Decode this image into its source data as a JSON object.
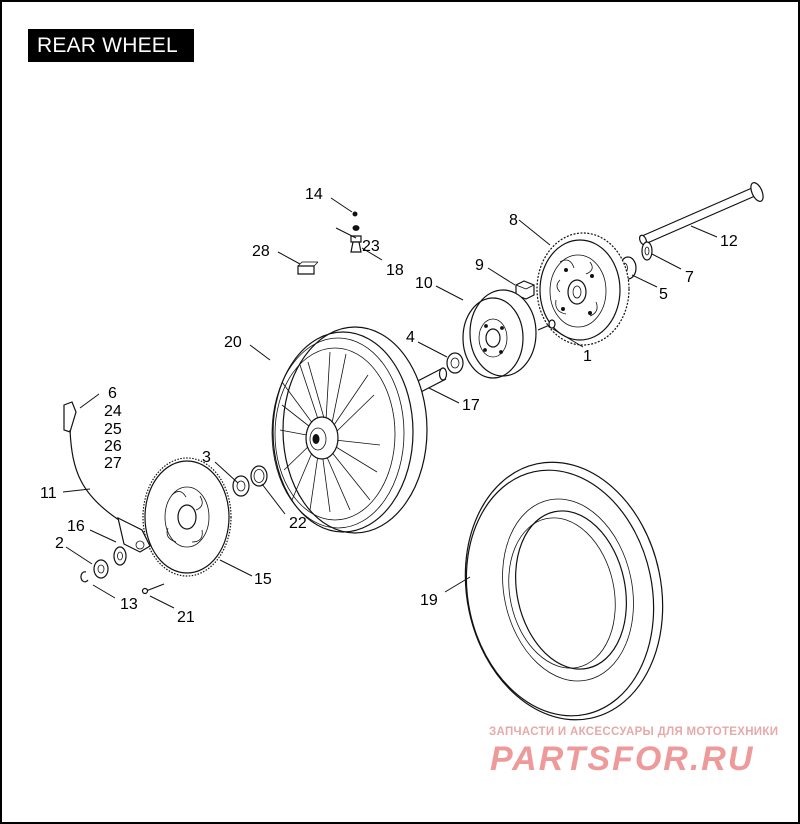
{
  "title": "REAR WHEEL",
  "callouts": [
    {
      "id": "c1",
      "text": "1"
    },
    {
      "id": "c2",
      "text": "2"
    },
    {
      "id": "c3",
      "text": "3"
    },
    {
      "id": "c4",
      "text": "4"
    },
    {
      "id": "c5",
      "text": "5"
    },
    {
      "id": "c6",
      "text": "6"
    },
    {
      "id": "c7",
      "text": "7"
    },
    {
      "id": "c8",
      "text": "8"
    },
    {
      "id": "c9",
      "text": "9"
    },
    {
      "id": "c10",
      "text": "10"
    },
    {
      "id": "c11",
      "text": "11"
    },
    {
      "id": "c12",
      "text": "12"
    },
    {
      "id": "c13",
      "text": "13"
    },
    {
      "id": "c14",
      "text": "14"
    },
    {
      "id": "c15",
      "text": "15"
    },
    {
      "id": "c16",
      "text": "16"
    },
    {
      "id": "c17",
      "text": "17"
    },
    {
      "id": "c18",
      "text": "18"
    },
    {
      "id": "c19",
      "text": "19"
    },
    {
      "id": "c20",
      "text": "20"
    },
    {
      "id": "c21",
      "text": "21"
    },
    {
      "id": "c22",
      "text": "22"
    },
    {
      "id": "c23",
      "text": "23"
    },
    {
      "id": "c24",
      "text": "24"
    },
    {
      "id": "c25",
      "text": "25"
    },
    {
      "id": "c26",
      "text": "26"
    },
    {
      "id": "c27",
      "text": "27"
    },
    {
      "id": "c28",
      "text": "28"
    }
  ],
  "watermark": {
    "tagline": "ЗАПЧАСТИ И АКСЕССУАРЫ ДЛЯ МОТОТЕХНИКИ",
    "logo": "PARTSFOR.RU",
    "color": "#ef9a9a"
  }
}
